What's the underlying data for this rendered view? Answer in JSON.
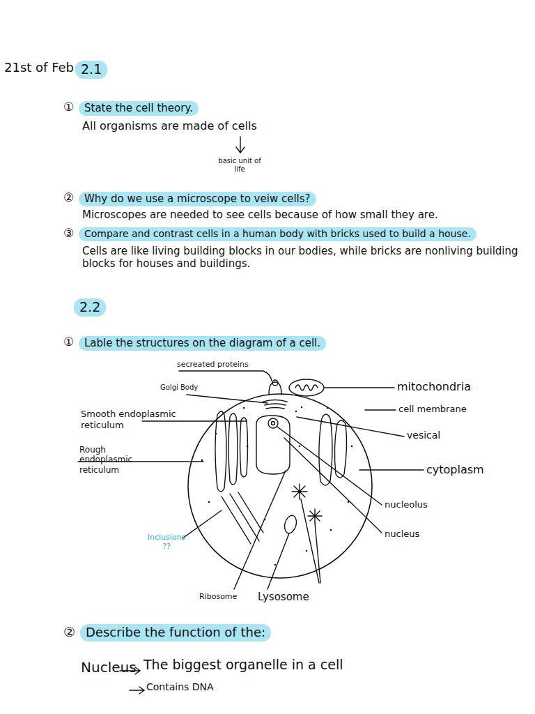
{
  "diagram": {
    "title": "21st of Feb",
    "nodes": [
      {
        "text": [
          "2.1"
        ]
      },
      {
        "text": [
          "State the cell theory."
        ]
      },
      {
        "text": [
          "Why do we use a microscope to veiw cells?"
        ]
      },
      {
        "text": [
          "Compare and contrast cells in a human body with bricks used to build a house."
        ]
      },
      {
        "text": [
          "2.2"
        ]
      },
      {
        "text": [
          "Lable the structures on the diagram of a cell."
        ]
      },
      {
        "text": [
          "Describe the function of the:"
        ]
      }
    ],
    "labels": [
      "①",
      "All organisms are made of cells",
      "basic unit of life",
      "②",
      "Microscopes are needed to see cells because of how small they are.",
      "③",
      "Cells are like living building blocks in our bodies, while bricks are nonliving building blocks for houses and buildings.",
      "①",
      "secreated proteins",
      "Golgi Body",
      "mitochondria",
      "cell membrane",
      "Smooth endoplasmic reticulum",
      "vesical",
      "Rough endoplasmic reticulum",
      "cytoplasm",
      "nucleolus",
      "Inclusions ??",
      "nucleus",
      "Ribosome",
      "Lysosome",
      "②",
      "Nucleus",
      "The biggest organelle in a cell",
      "Contains DNA"
    ]
  }
}
